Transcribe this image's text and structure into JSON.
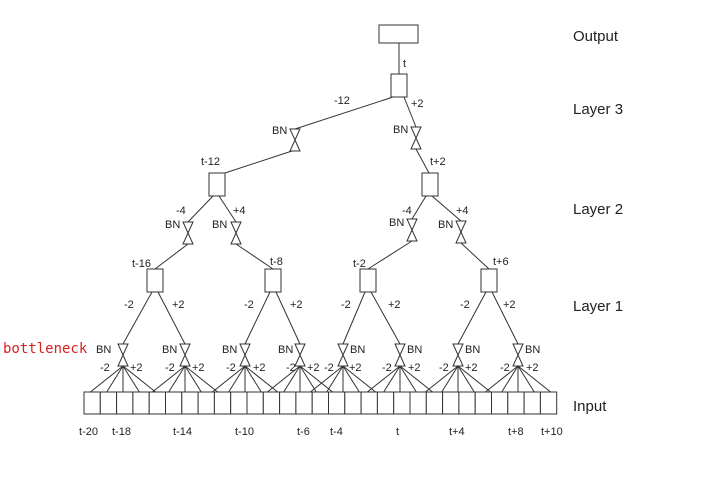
{
  "layers": {
    "output": "Output",
    "layer3": "Layer 3",
    "layer2": "Layer 2",
    "layer1": "Layer 1",
    "input": "Input"
  },
  "annotation": "bottleneck",
  "bn": "BN",
  "labels": {
    "out_t": "t",
    "l3_left_offset": "-12",
    "l3_right_offset": "+2",
    "l2_left": "t-12",
    "l2_right": "t+2",
    "l2_offsets": [
      "-4",
      "+4",
      "-4",
      "+4"
    ],
    "l1_nodes": [
      "t-16",
      "t-8",
      "t-2",
      "t+6"
    ],
    "l1_offsets": [
      "-2",
      "+2",
      "-2",
      "+2",
      "-2",
      "+2",
      "-2",
      "+2"
    ],
    "bottom_offsets": [
      "-2",
      "+2",
      "-2",
      "+2",
      "-2",
      "+2",
      "-2",
      "+2",
      "-2",
      "+2",
      "-2",
      "+2",
      "-2",
      "+2",
      "-2",
      "+2"
    ],
    "input_ticks": [
      "t-20",
      "t-18",
      "t-14",
      "t-10",
      "t-6",
      "t-4",
      "t",
      "t+4",
      "t+8",
      "t+10"
    ]
  }
}
